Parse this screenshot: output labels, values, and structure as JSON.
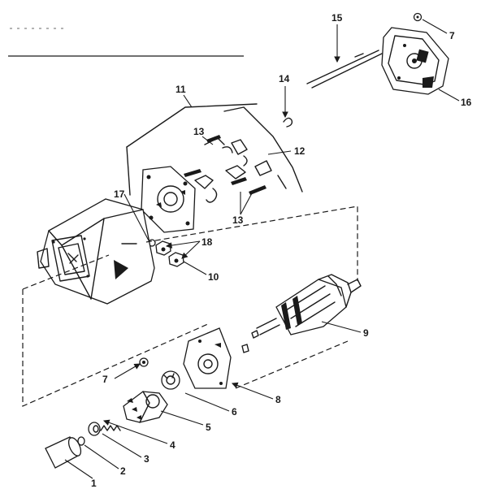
{
  "diagram": {
    "header_text": "",
    "callouts": {
      "c1": "1",
      "c2": "2",
      "c3": "3",
      "c4": "4",
      "c5": "5",
      "c6": "6",
      "c7a": "7",
      "c7b": "7",
      "c8": "8",
      "c9": "9",
      "c10": "10",
      "c11": "11",
      "c12": "12",
      "c13a": "13",
      "c13b": "13",
      "c14": "14",
      "c15": "15",
      "c16": "16",
      "c17": "17",
      "c18": "18"
    }
  }
}
